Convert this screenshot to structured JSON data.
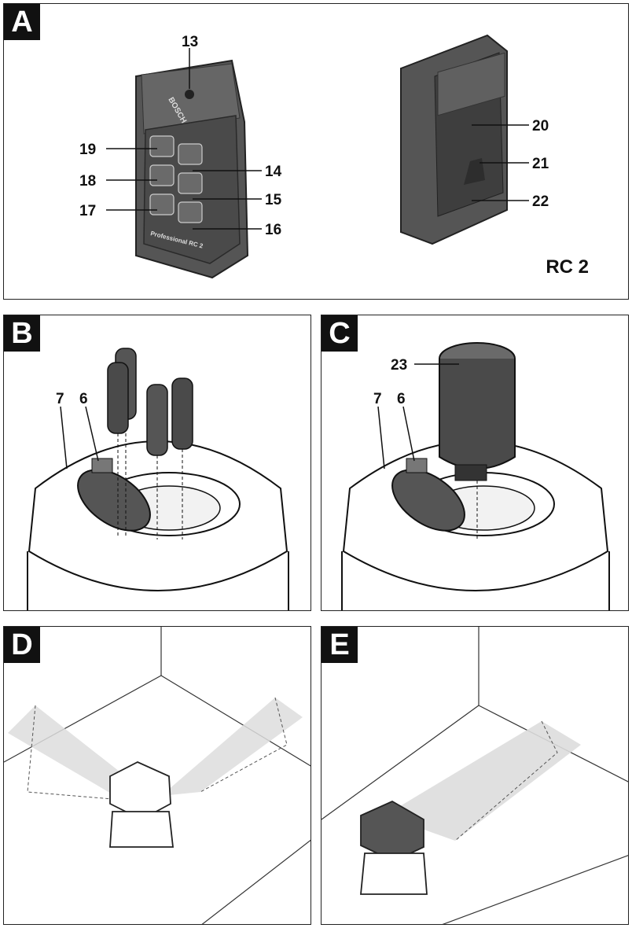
{
  "panels": {
    "a": {
      "label": "A",
      "model": "RC 2",
      "brand": "BOSCH",
      "remote_caption": "Professional RC 2",
      "callouts": [
        "13",
        "19",
        "14",
        "18",
        "15",
        "17",
        "16",
        "20",
        "21",
        "22"
      ]
    },
    "b": {
      "label": "B",
      "callouts": [
        "7",
        "6"
      ]
    },
    "c": {
      "label": "C",
      "callouts": [
        "23",
        "7",
        "6"
      ]
    },
    "d": {
      "label": "D"
    },
    "e": {
      "label": "E"
    }
  },
  "colors": {
    "ink": "#111111",
    "device": "#4a4a4a",
    "laser": "#d9d9d9"
  }
}
